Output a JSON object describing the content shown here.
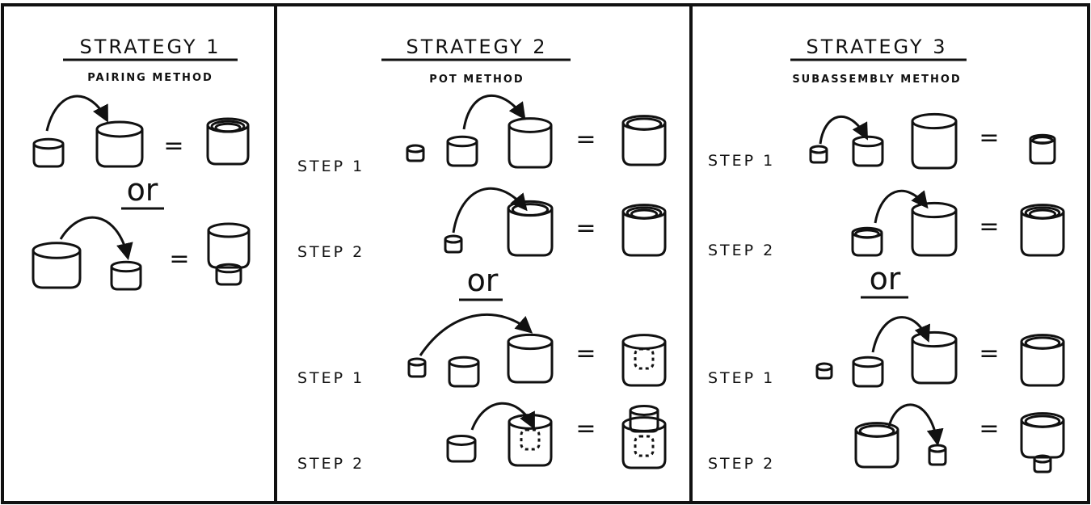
{
  "strategies": [
    {
      "title": "STRATEGY 1",
      "subtitle": "PAIRING METHOD"
    },
    {
      "title": "STRATEGY 2",
      "subtitle": "POT METHOD"
    },
    {
      "title": "STRATEGY 3",
      "subtitle": "SUBASSEMBLY METHOD"
    }
  ],
  "labels": {
    "step1": "STEP 1",
    "step2": "STEP 2",
    "or": "or",
    "equals": "="
  }
}
